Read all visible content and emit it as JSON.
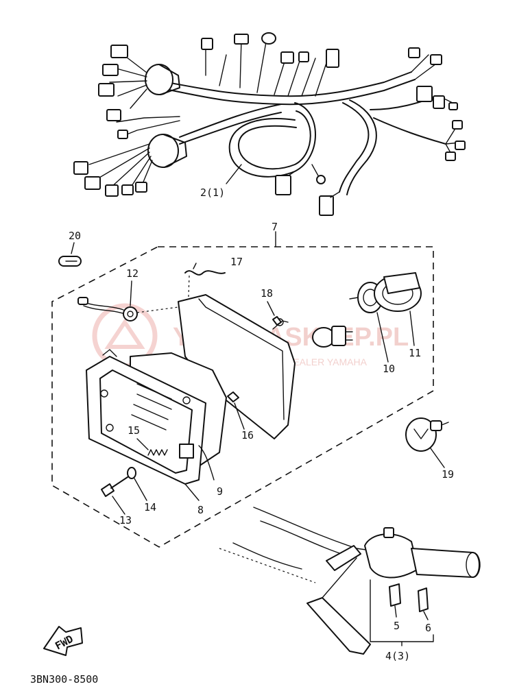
{
  "diagram": {
    "part_number_code": "3BN300-8500",
    "forward_indicator": "FWD",
    "watermark": {
      "brand": "YAMAHASKLEP.PL",
      "tagline": "CZESCI ORYGINALNE · DEALER YAMAHA"
    },
    "callouts": [
      {
        "id": "wire-harness",
        "label": "2(1)"
      },
      {
        "id": "headlight-assembly",
        "label": "7"
      },
      {
        "id": "bulb-small",
        "label": "20"
      },
      {
        "id": "bulb-socket-cord",
        "label": "12"
      },
      {
        "id": "spring-clip",
        "label": "17"
      },
      {
        "id": "screw-small",
        "label": "18"
      },
      {
        "id": "headlight-unit",
        "label": "8"
      },
      {
        "id": "rim",
        "label": "9"
      },
      {
        "id": "socket",
        "label": "10"
      },
      {
        "id": "socket-cover",
        "label": "11"
      },
      {
        "id": "bolt-13",
        "label": "13"
      },
      {
        "id": "washer-14",
        "label": "14"
      },
      {
        "id": "spring-15",
        "label": "15"
      },
      {
        "id": "nut-16",
        "label": "16"
      },
      {
        "id": "bulb-19",
        "label": "19"
      },
      {
        "id": "switch-screw-5",
        "label": "5"
      },
      {
        "id": "switch-screw-6",
        "label": "6"
      },
      {
        "id": "handlebar-switch",
        "label": "4(3)"
      }
    ]
  }
}
